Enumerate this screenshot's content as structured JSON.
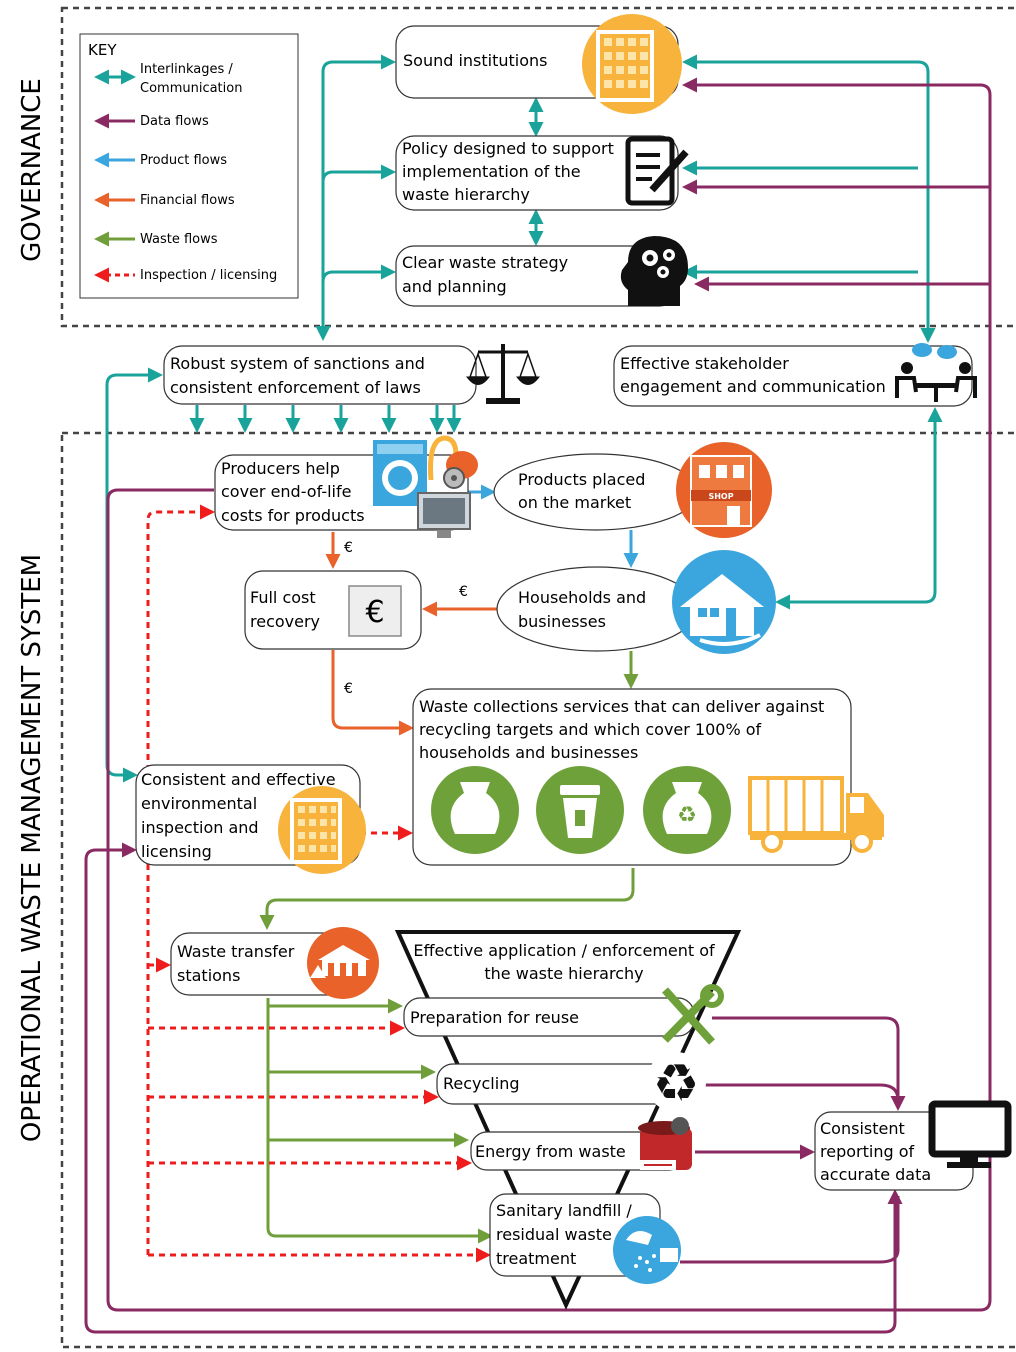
{
  "colors": {
    "teal": "#1aa39a",
    "purple": "#8a2a63",
    "blue": "#3aa6dd",
    "orange": "#e8622a",
    "green": "#6f9e3b",
    "red": "#ee1c1c",
    "building_orange": "#f7b33b",
    "green_icon": "#6ea13a"
  },
  "sections": {
    "governance": "GOVERNANCE",
    "operational": "OPERATIONAL WASTE MANAGEMENT SYSTEM"
  },
  "key": {
    "title": "KEY",
    "items": [
      {
        "label": "Interlinkages /",
        "label2": "Communication",
        "type": "interlinkage"
      },
      {
        "label": "Data flows",
        "type": "data"
      },
      {
        "label": "Product flows",
        "type": "product"
      },
      {
        "label": "Financial flows",
        "type": "financial"
      },
      {
        "label": "Waste flows",
        "type": "waste"
      },
      {
        "label": "Inspection / licensing",
        "type": "inspection"
      }
    ]
  },
  "nodes": {
    "sound_institutions": {
      "line1": "Sound institutions"
    },
    "policy": {
      "line1": "Policy designed to support",
      "line2": "implementation of the",
      "line3": "waste hierarchy"
    },
    "strategy": {
      "line1": "Clear waste strategy",
      "line2": "and planning"
    },
    "sanctions": {
      "line1": "Robust system of sanctions and",
      "line2": "consistent enforcement of laws"
    },
    "stakeholder": {
      "line1": "Effective stakeholder",
      "line2": "engagement and communication"
    },
    "producers": {
      "line1": "Producers help",
      "line2": "cover end-of-life",
      "line3": "costs for products"
    },
    "products_market": {
      "line1": "Products placed",
      "line2": "on the market"
    },
    "full_cost": {
      "line1": "Full cost",
      "line2": "recovery"
    },
    "households": {
      "line1": "Households and",
      "line2": "businesses"
    },
    "collections": {
      "line1": "Waste collections services that can deliver against",
      "line2": "recycling targets and which cover 100% of",
      "line3": "households and businesses"
    },
    "inspection": {
      "line1": "Consistent and effective",
      "line2": "environmental",
      "line3": "inspection and",
      "line4": "licensing"
    },
    "transfer": {
      "line1": "Waste transfer",
      "line2": "stations"
    },
    "hierarchy_title": {
      "line1": "Effective application / enforcement of",
      "line2": "the waste hierarchy"
    },
    "reuse": {
      "line1": "Preparation for reuse"
    },
    "recycling": {
      "line1": "Recycling"
    },
    "energy": {
      "line1": "Energy from waste"
    },
    "landfill": {
      "line1": "Sanitary landfill /",
      "line2": "residual waste",
      "line3": "treatment"
    },
    "reporting": {
      "line1": "Consistent",
      "line2": "reporting of",
      "line3": "accurate data"
    }
  },
  "flow_labels": {
    "euro": "€",
    "shop": "SHOP"
  },
  "icons": {
    "institution": "building-icon",
    "policy": "document-pen-icon",
    "strategy": "head-gears-icon",
    "sanctions": "scales-icon",
    "stakeholder": "meeting-icon",
    "producers": "appliances-icon",
    "market": "shop-icon",
    "full_cost": "euro-icon",
    "households": "house-icon",
    "bag": "waste-bag-icon",
    "bin": "bin-icon",
    "recycle_bag": "recycle-bag-icon",
    "truck": "truck-icon",
    "transfer": "transfer-station-icon",
    "reuse": "tools-icon",
    "recycling": "recycle-icon",
    "energy": "incinerator-icon",
    "landfill": "landfill-icon",
    "reporting": "monitor-icon"
  }
}
